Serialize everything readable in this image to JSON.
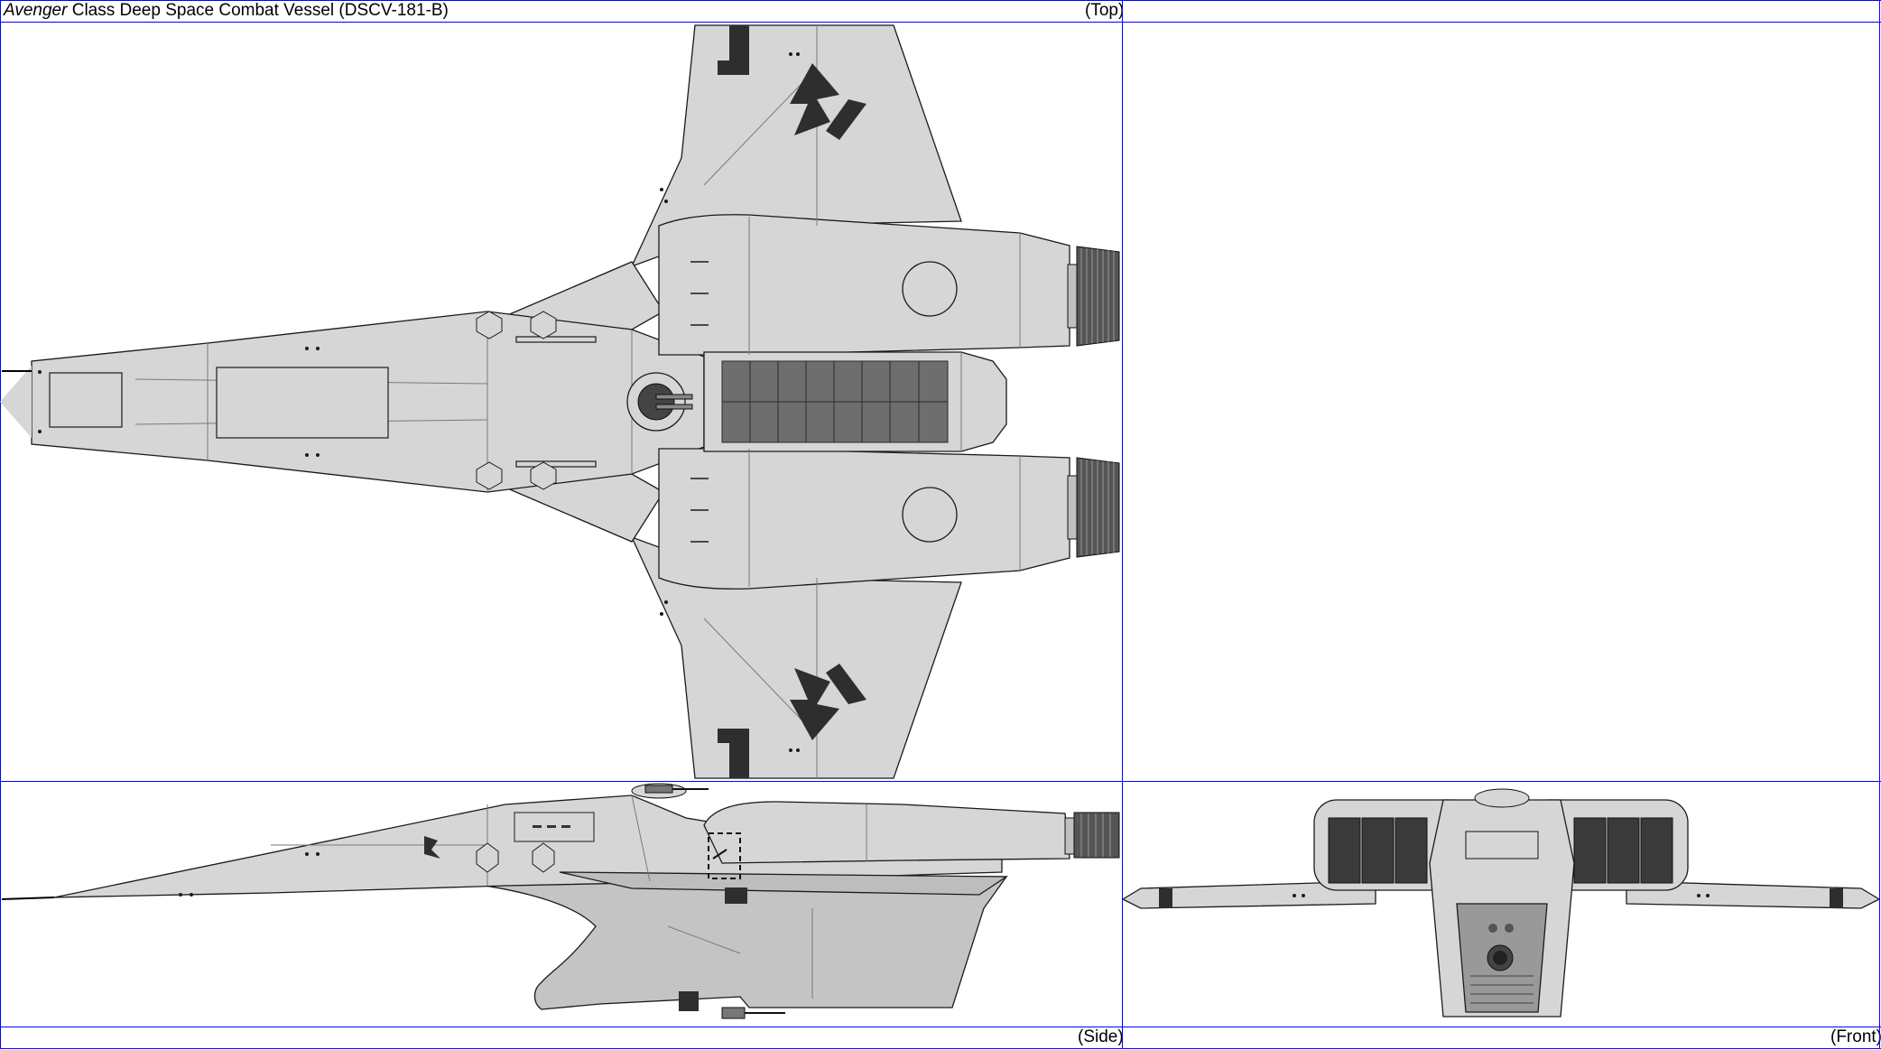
{
  "title": {
    "italic": "Avenger",
    "rest": " Class Deep Space Combat Vessel (DSCV-181-B)"
  },
  "views": {
    "top": "(Top)",
    "side": "(Side)",
    "front": "(Front)"
  },
  "colors": {
    "grid": "#0000ff",
    "hull": "#d6d6d6",
    "hull_light": "#e2e2e2",
    "hull_dark": "#c4c4c4",
    "panel_dark": "#3a3a3a",
    "cargo_cell": "#6e6e6e",
    "outline": "#1a1a1a"
  }
}
